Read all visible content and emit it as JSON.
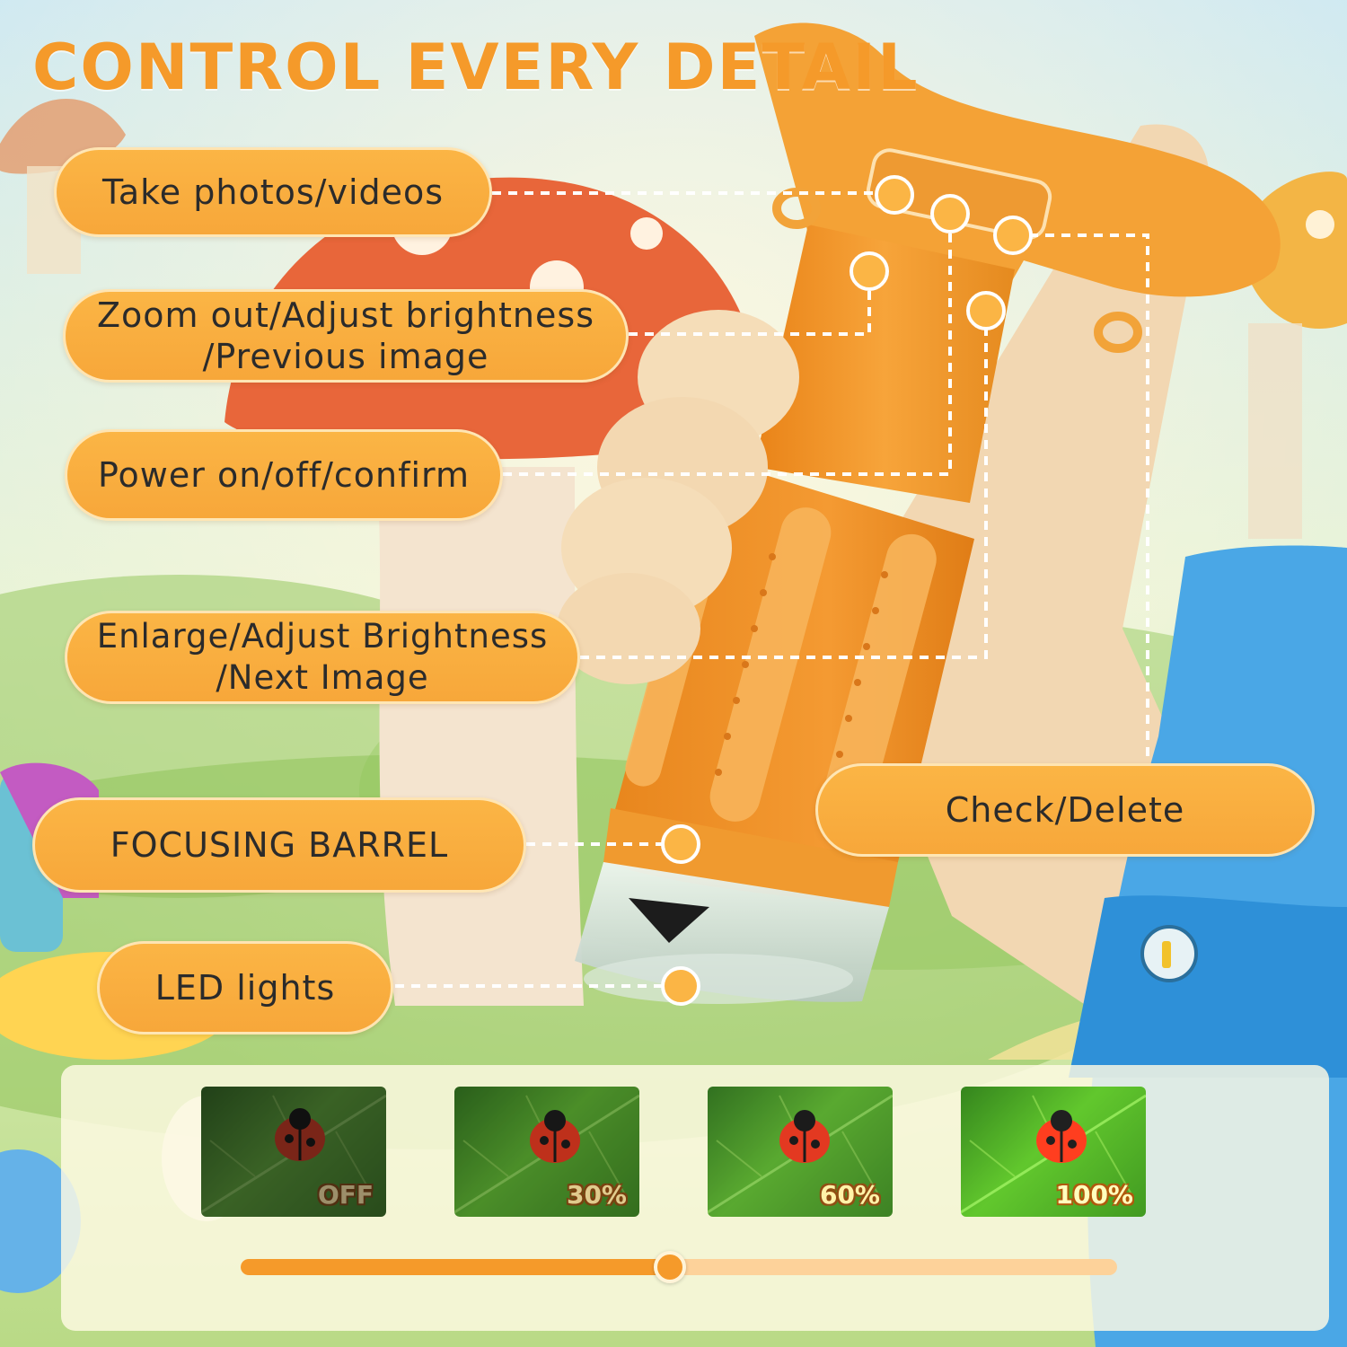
{
  "title": "CONTROL EVERY DETAIL",
  "labels": [
    {
      "text": "Take photos/videos"
    },
    {
      "text": "Zoom out/Adjust brightness\n/Previous image"
    },
    {
      "text": "Power on/off/confirm"
    },
    {
      "text": "Enlarge/Adjust Brightness\n/Next Image"
    },
    {
      "text": "FOCUSING BARREL"
    },
    {
      "text": "LED lights"
    },
    {
      "text": "Check/Delete"
    }
  ],
  "brightness_levels": [
    "OFF",
    "30%",
    "60%",
    "100%"
  ],
  "slider": {
    "level_fraction": 0.49
  },
  "colors": {
    "accent": "#f59a2a",
    "label_fill": "#f7a73a",
    "device_body": "#f39a2c",
    "background_sky": "#cfe9f2"
  },
  "icons": [
    "ladybug-icon",
    "mushroom-illustration",
    "digital-microscope-device",
    "hand-illustration"
  ]
}
